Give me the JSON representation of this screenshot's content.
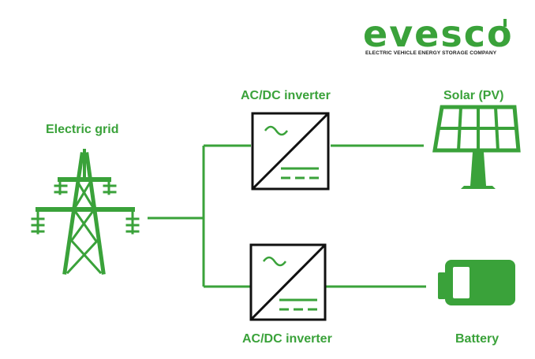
{
  "colors": {
    "accent": "#3aa23a",
    "outline": "#111111",
    "tagline": "#222222",
    "background": "#ffffff"
  },
  "logo": {
    "wordmark": "evesco",
    "tagline": "ELECTRIC VEHICLE ENERGY STORAGE COMPANY"
  },
  "diagram": {
    "nodes": {
      "grid": {
        "label": "Electric grid",
        "icon": "transmission-tower-icon"
      },
      "inverter_top": {
        "label": "AC/DC inverter",
        "icon": "inverter-icon"
      },
      "inverter_bottom": {
        "label": "AC/DC inverter",
        "icon": "inverter-icon"
      },
      "solar": {
        "label": "Solar (PV)",
        "icon": "solar-panel-icon"
      },
      "battery": {
        "label": "Battery",
        "icon": "battery-icon"
      }
    },
    "connections": [
      {
        "from": "grid",
        "to": "inverter_top"
      },
      {
        "from": "grid",
        "to": "inverter_bottom"
      },
      {
        "from": "inverter_top",
        "to": "solar"
      },
      {
        "from": "inverter_bottom",
        "to": "battery"
      }
    ]
  }
}
